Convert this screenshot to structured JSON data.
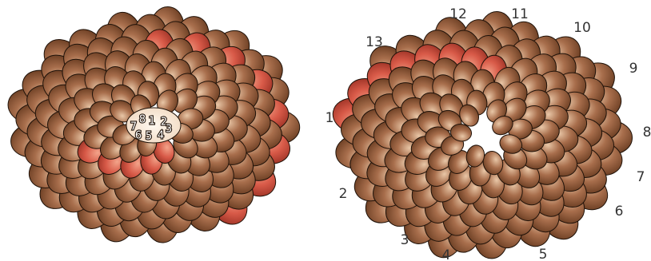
{
  "colors": {
    "scale": "#a86e4c",
    "scale_light": "#e9c7a7",
    "scale_dark": "#6a3d22",
    "highlight": "#d85a48",
    "highlight_light": "#f3a48a",
    "outline": "#1f1209",
    "label": "#333333"
  },
  "left_cone": {
    "center_labels": [
      "1",
      "2",
      "3",
      "4",
      "5",
      "6",
      "7",
      "8"
    ]
  },
  "right_cone": {
    "rim_labels": [
      "1",
      "2",
      "3",
      "4",
      "5",
      "6",
      "7",
      "8",
      "9",
      "10",
      "11",
      "12",
      "13"
    ]
  }
}
